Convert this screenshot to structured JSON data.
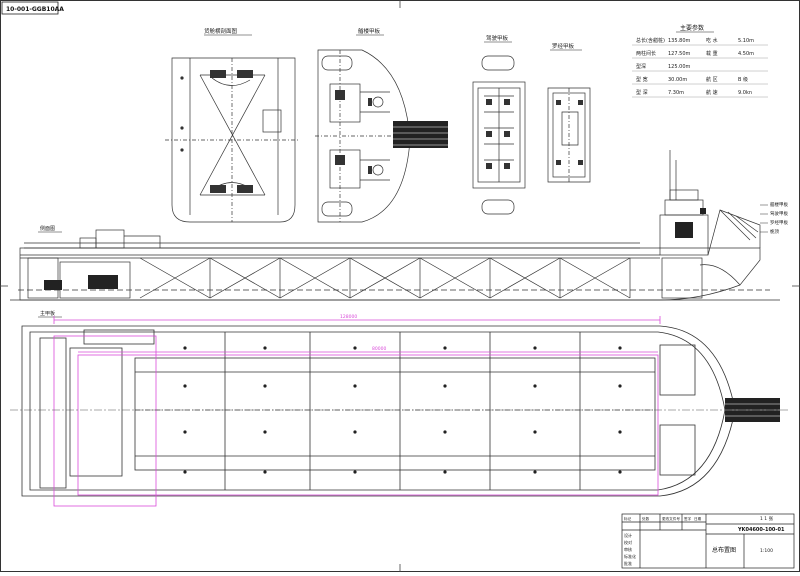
{
  "drawing_number_corner": "10-001-GGB10AA",
  "views": {
    "cross_section_title": "货舱横剖面图",
    "forecastle_title": "艏楼甲板",
    "bridge_deck_title": "驾驶甲板",
    "compass_deck_title": "罗经甲板",
    "side_view_title": "侧面图",
    "main_deck_title": "主甲板"
  },
  "particulars": {
    "title": "主要参数",
    "rows": [
      {
        "l1": "总长(含艏桩)",
        "v1": "135.80m",
        "l2": "吃 水",
        "v2": "5.10m"
      },
      {
        "l1": "两柱间长",
        "v1": "127.50m",
        "l2": "载 重",
        "v2": "4.50m"
      },
      {
        "l1": "型深",
        "v1": "125.00m",
        "l2": "",
        "v2": ""
      },
      {
        "l1": "型 宽",
        "v1": "30.00m",
        "l2": "航 区",
        "v2": "B 级"
      },
      {
        "l1": "型 深",
        "v1": "7.30m",
        "l2": "航 速",
        "v2": "9.0kn"
      }
    ]
  },
  "side_labels": [
    "艏楼甲板",
    "驾驶甲板",
    "罗经甲板",
    "桅顶"
  ],
  "dims": {
    "plan_length": "128000",
    "hold_length": "80000"
  },
  "title_block": {
    "drawing_title": "总布置图",
    "drawing_no": "YK04600-100-01",
    "scale": "1:100",
    "sheet": "1 1 张",
    "headers": [
      "标记",
      "处数",
      "更改文件号",
      "签字",
      "日期"
    ],
    "rows": [
      "设计",
      "校对",
      "审核",
      "标准化",
      "批准"
    ]
  },
  "colors": {
    "line": "#2a2a2a",
    "magenta": "#d94bd9",
    "deck_hatch": "#333333"
  }
}
